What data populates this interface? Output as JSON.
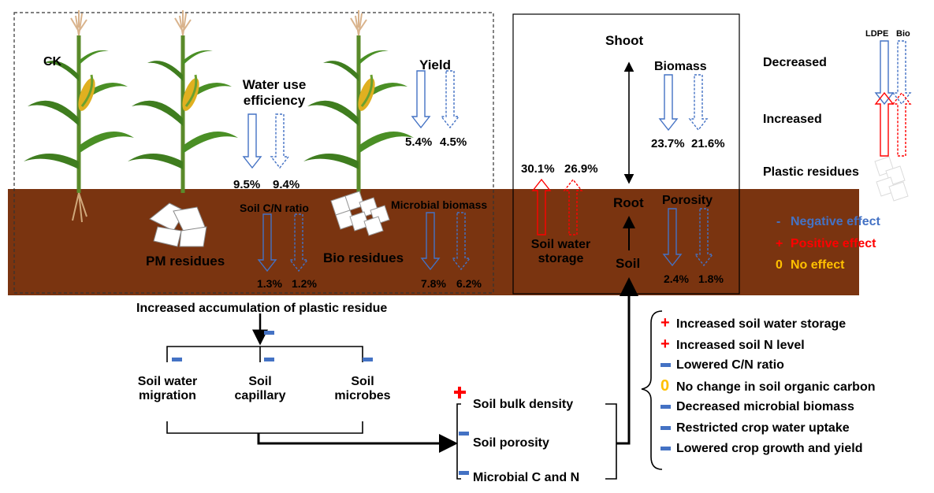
{
  "colors": {
    "soil": "#7a3410",
    "negative": "#4472c4",
    "positive": "#ff0000",
    "neutral": "#ffc000",
    "stalk": "#5a8a2a",
    "leaf": "#3f7d1f",
    "tassel": "#d9b38c",
    "cob": "#e0b020"
  },
  "icons": {
    "plant": "corn-plant-icon",
    "residue": "plastic-residue-icon",
    "arrow": "effect-arrow-icon"
  },
  "top": {
    "ck_label": "CK",
    "wue_title_line1": "Water use",
    "wue_title_line2": "efficiency",
    "wue_ldpe": "9.5%",
    "wue_bio": "9.4%",
    "yield_title": "Yield",
    "yield_ldpe": "5.4%",
    "yield_bio": "4.5%",
    "soil_cn_title": "Soil C/N ratio",
    "soil_cn_ldpe": "1.3%",
    "soil_cn_bio": "1.2%",
    "microbial_title": "Microbial biomass",
    "microbial_ldpe": "7.8%",
    "microbial_bio": "6.2%",
    "pm_residues": "PM residues",
    "bio_residues": "Bio residues"
  },
  "right_box": {
    "shoot": "Shoot",
    "root": "Root",
    "soil": "Soil",
    "biomass_title": "Biomass",
    "biomass_ldpe": "23.7%",
    "biomass_bio": "21.6%",
    "sws_ldpe": "30.1%",
    "sws_bio": "26.9%",
    "sws_title_line1": "Soil water",
    "sws_title_line2": "storage",
    "porosity_title": "Porosity",
    "porosity_ldpe": "2.4%",
    "porosity_bio": "1.8%"
  },
  "legend": {
    "ldpe": "LDPE",
    "bio": "Bio",
    "decreased": "Decreased",
    "increased": "Increased",
    "plastic_residues": "Plastic residues",
    "negative_sign": "-",
    "negative_effect": "Negative effect",
    "positive_sign": "+",
    "positive_effect": "Positive effect",
    "no_sign": "0",
    "no_effect": "No effect"
  },
  "flow": {
    "header": "Increased accumulation of plastic residue",
    "branches": [
      {
        "line1": "Soil water",
        "line2": "migration"
      },
      {
        "line1": "Soil",
        "line2": "capillary"
      },
      {
        "line1": "Soil",
        "line2": "microbes"
      }
    ],
    "props": [
      "Soil bulk density",
      "Soil porosity",
      "Microbial C and N"
    ]
  },
  "effects": [
    {
      "sign": "+",
      "kind": "positive",
      "text": "Increased soil water storage"
    },
    {
      "sign": "+",
      "kind": "positive",
      "text": "Increased soil N level"
    },
    {
      "sign": "",
      "kind": "negative",
      "text": "Lowered C/N ratio"
    },
    {
      "sign": "0",
      "kind": "neutral",
      "text": "No change  in soil organic carbon"
    },
    {
      "sign": "",
      "kind": "negative",
      "text": "Decreased microbial biomass"
    },
    {
      "sign": "",
      "kind": "negative",
      "text": "Restricted crop water uptake"
    },
    {
      "sign": "",
      "kind": "negative",
      "text": "Lowered  crop growth and yield"
    }
  ]
}
